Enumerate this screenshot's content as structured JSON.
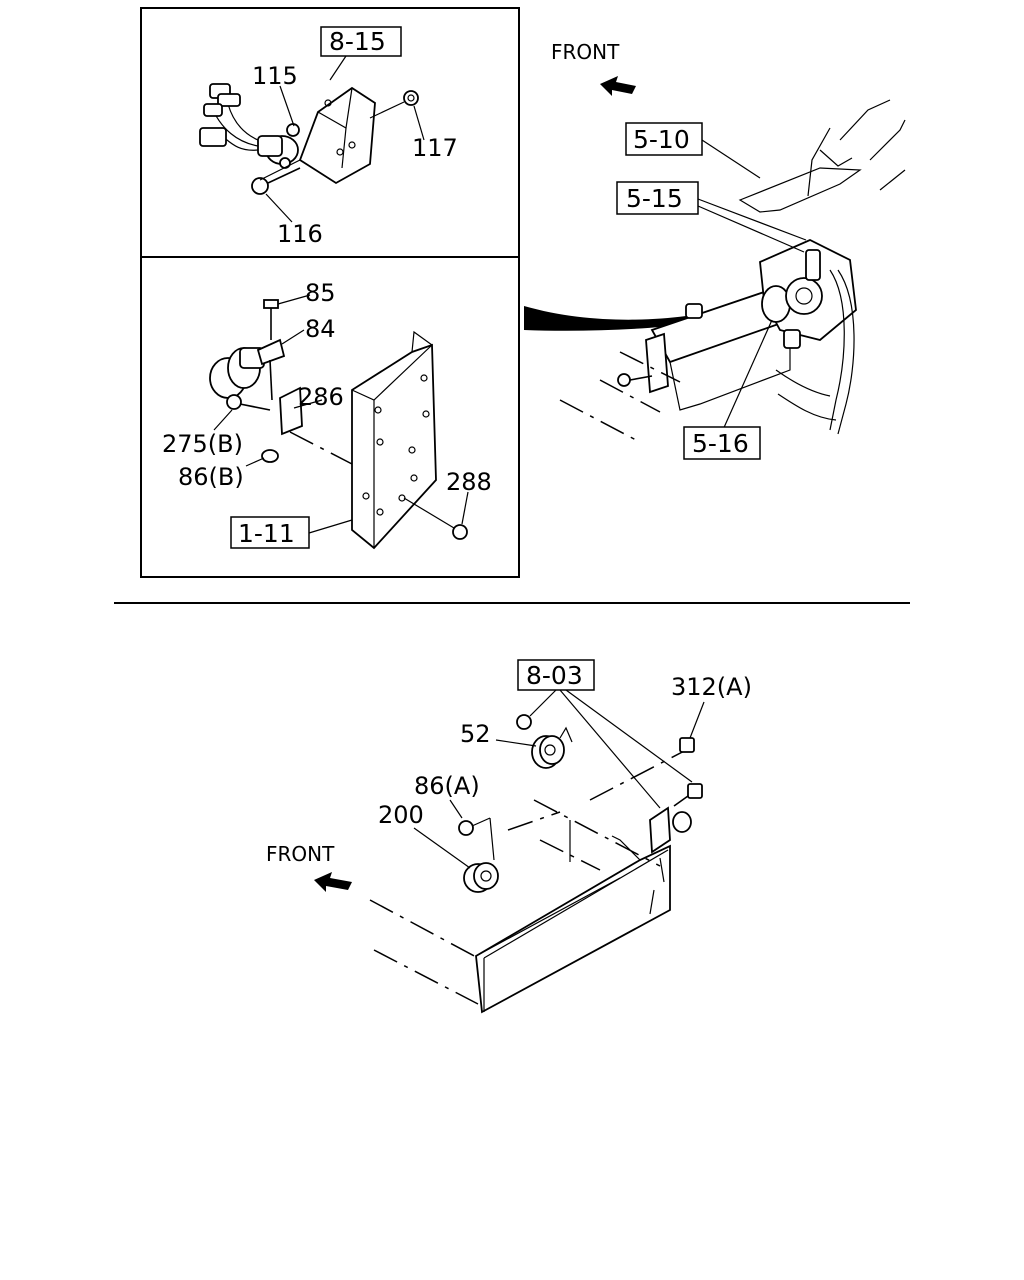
{
  "labels": {
    "front_top": "FRONT",
    "front_bottom": "FRONT",
    "ref_8_15": "8-15",
    "p115": "115",
    "p117": "117",
    "p116": "116",
    "p85": "85",
    "p84": "84",
    "p286": "286",
    "p275b": "275(B)",
    "p86b": "86(B)",
    "p288": "288",
    "ref_1_11": "1-11",
    "ref_5_10": "5-10",
    "ref_5_15": "5-15",
    "ref_5_16": "5-16",
    "ref_8_03": "8-03",
    "p312a": "312(A)",
    "p52": "52",
    "p86a": "86(A)",
    "p200": "200"
  }
}
